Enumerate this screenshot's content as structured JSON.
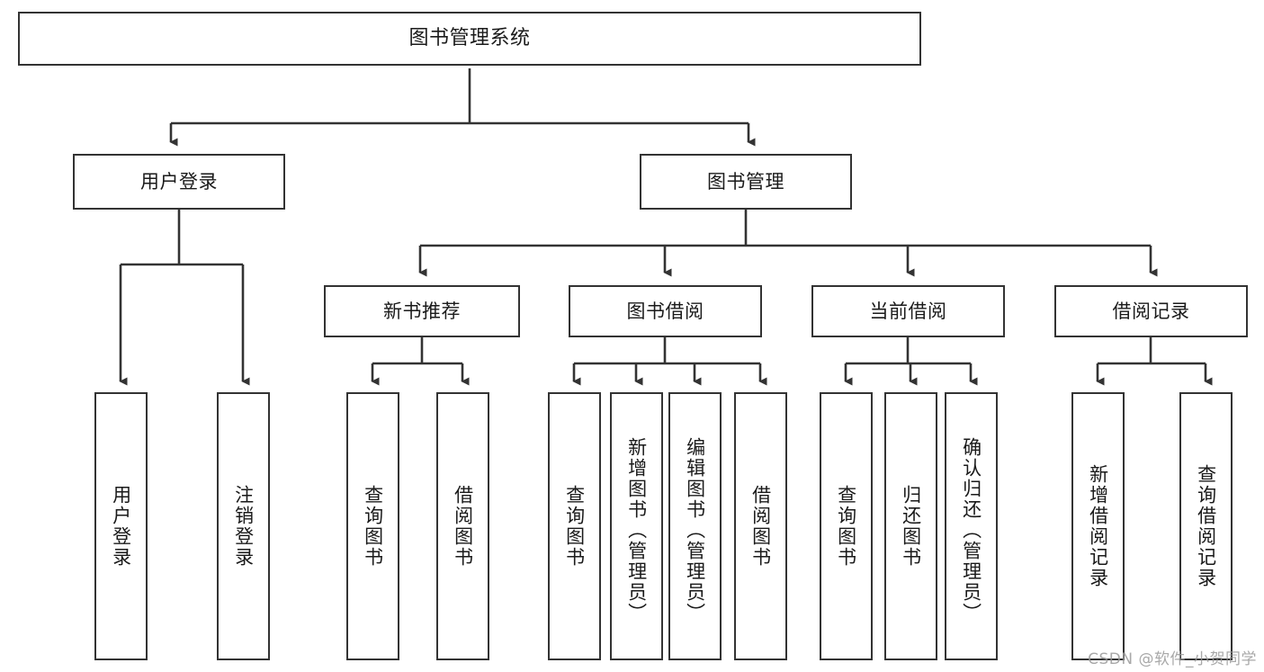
{
  "diagram": {
    "title": "图书管理系统",
    "watermark": "CSDN @软件_小贺同学",
    "stroke_color": "#333333",
    "background_color": "#ffffff",
    "text_color": "#1a1a1a",
    "levels": {
      "root": {
        "label": "图书管理系统"
      },
      "level1": [
        {
          "label": "用户登录"
        },
        {
          "label": "图书管理"
        }
      ],
      "level2": [
        {
          "label": "新书推荐"
        },
        {
          "label": "图书借阅"
        },
        {
          "label": "当前借阅"
        },
        {
          "label": "借阅记录"
        }
      ],
      "leaves": {
        "user_login": [
          {
            "label": "用户登录"
          },
          {
            "label": "注销登录"
          }
        ],
        "new_book_recommend": [
          {
            "label": "查询图书"
          },
          {
            "label": "借阅图书"
          }
        ],
        "book_borrow": [
          {
            "label": "查询图书"
          },
          {
            "label": "新增图书（管理员）"
          },
          {
            "label": "编辑图书（管理员）"
          },
          {
            "label": "借阅图书"
          }
        ],
        "current_borrow": [
          {
            "label": "查询图书"
          },
          {
            "label": "归还图书"
          },
          {
            "label": "确认归还（管理员）"
          }
        ],
        "borrow_record": [
          {
            "label": "新增借阅记录"
          },
          {
            "label": "查询借阅记录"
          }
        ]
      }
    }
  }
}
